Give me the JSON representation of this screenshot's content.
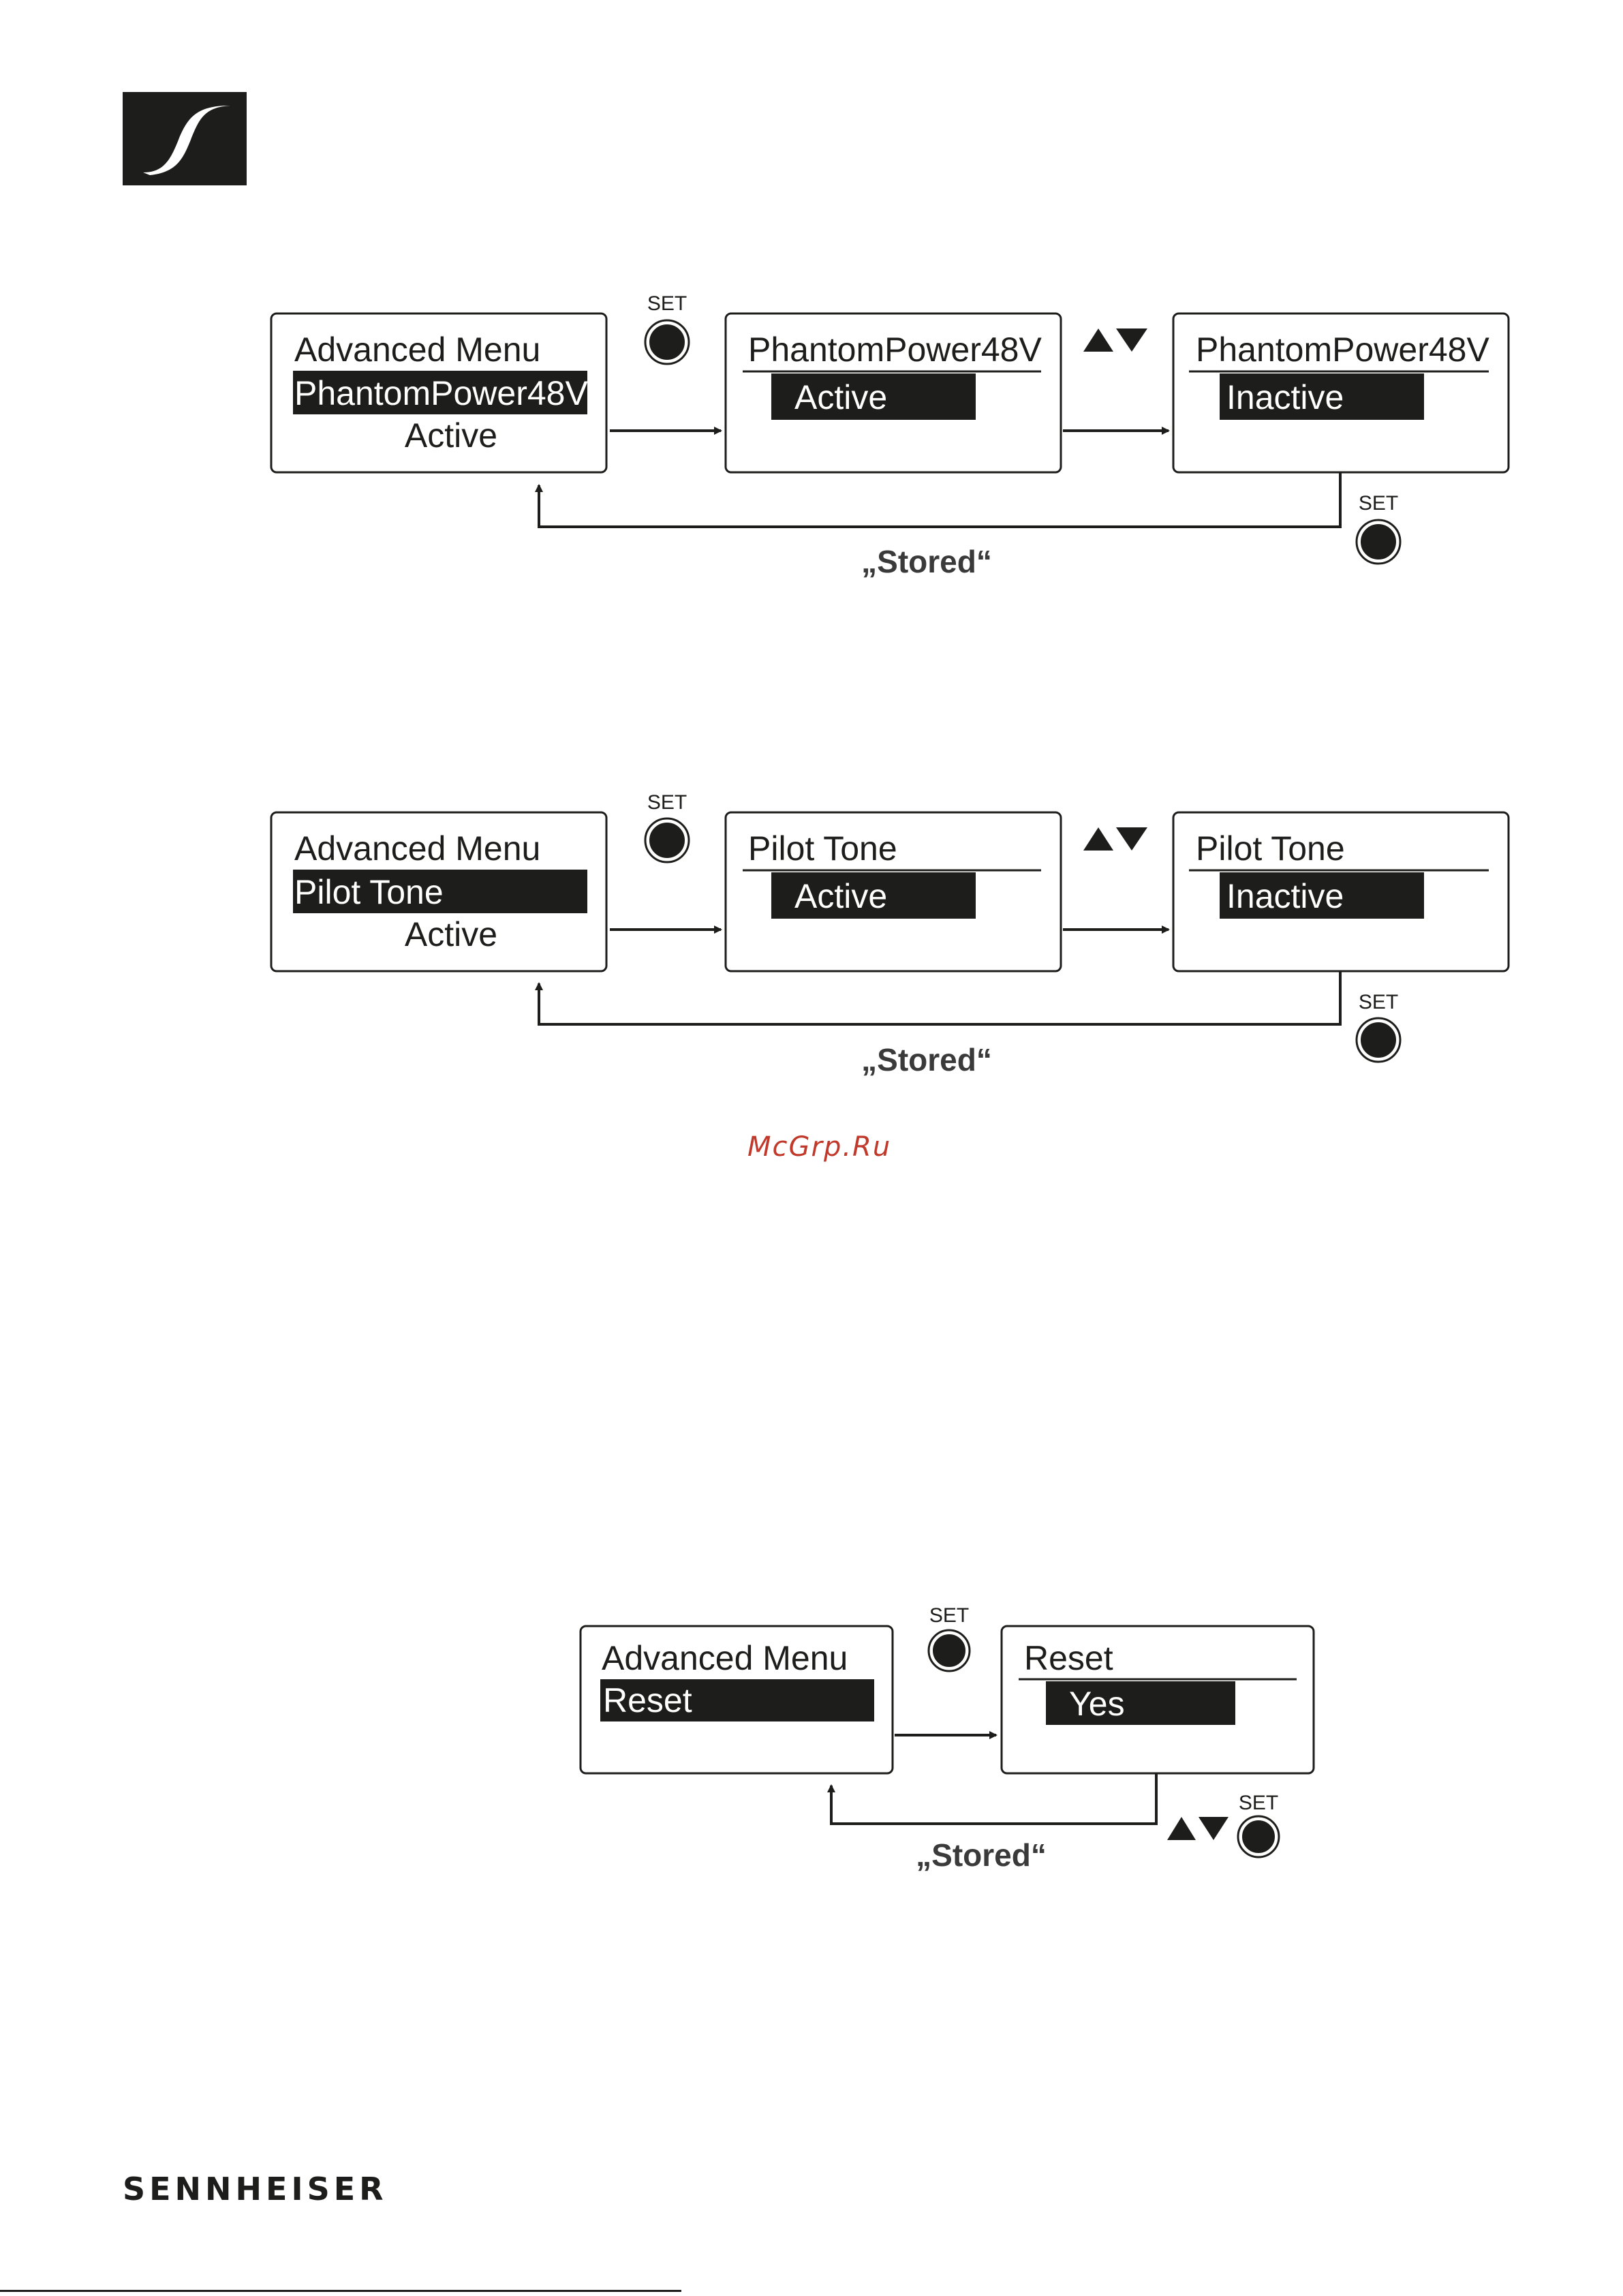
{
  "brand": {
    "logo_icon": "sennheiser-s-logo",
    "wordmark": "SENNHEISER"
  },
  "watermark": "McGrp.Ru",
  "diagrams": [
    {
      "name": "phantom-power",
      "box1": {
        "title": "Advanced Menu",
        "highlight": "PhantomPower48V",
        "value": "Active"
      },
      "box2": {
        "title": "PhantomPower48V",
        "value": "Active"
      },
      "box3": {
        "title": "PhantomPower48V",
        "value": "Inactive"
      },
      "set_label": "SET",
      "stored": "„Stored“"
    },
    {
      "name": "pilot-tone",
      "box1": {
        "title": "Advanced Menu",
        "highlight": "Pilot Tone",
        "value": "Active"
      },
      "box2": {
        "title": "Pilot Tone",
        "value": "Active"
      },
      "box3": {
        "title": "Pilot Tone",
        "value": "Inactive"
      },
      "set_label": "SET",
      "stored": "„Stored“"
    },
    {
      "name": "reset",
      "box1": {
        "title": "Advanced Menu",
        "highlight": "Reset"
      },
      "box2": {
        "title": "Reset",
        "value": "Yes"
      },
      "set_label": "SET",
      "stored": "„Stored“"
    }
  ],
  "icons": {
    "set_button": "set-button-icon",
    "up_down_arrows": "up-down-arrows-icon"
  }
}
